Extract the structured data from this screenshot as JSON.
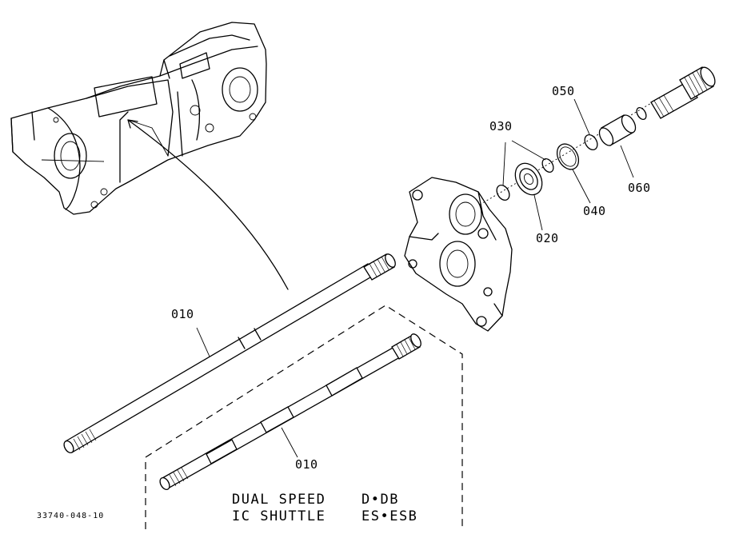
{
  "figure_id": "33740-048-10",
  "parts": {
    "p010_upper": "010",
    "p010_lower": "010",
    "p020": "020",
    "p030": "030",
    "p040": "040",
    "p050": "050",
    "p060": "060"
  },
  "variant_box": {
    "line1_name": "DUAL SPEED",
    "line1_code": "D•DB",
    "line2_name": "IC SHUTTLE",
    "line2_code": "ES•ESB"
  }
}
